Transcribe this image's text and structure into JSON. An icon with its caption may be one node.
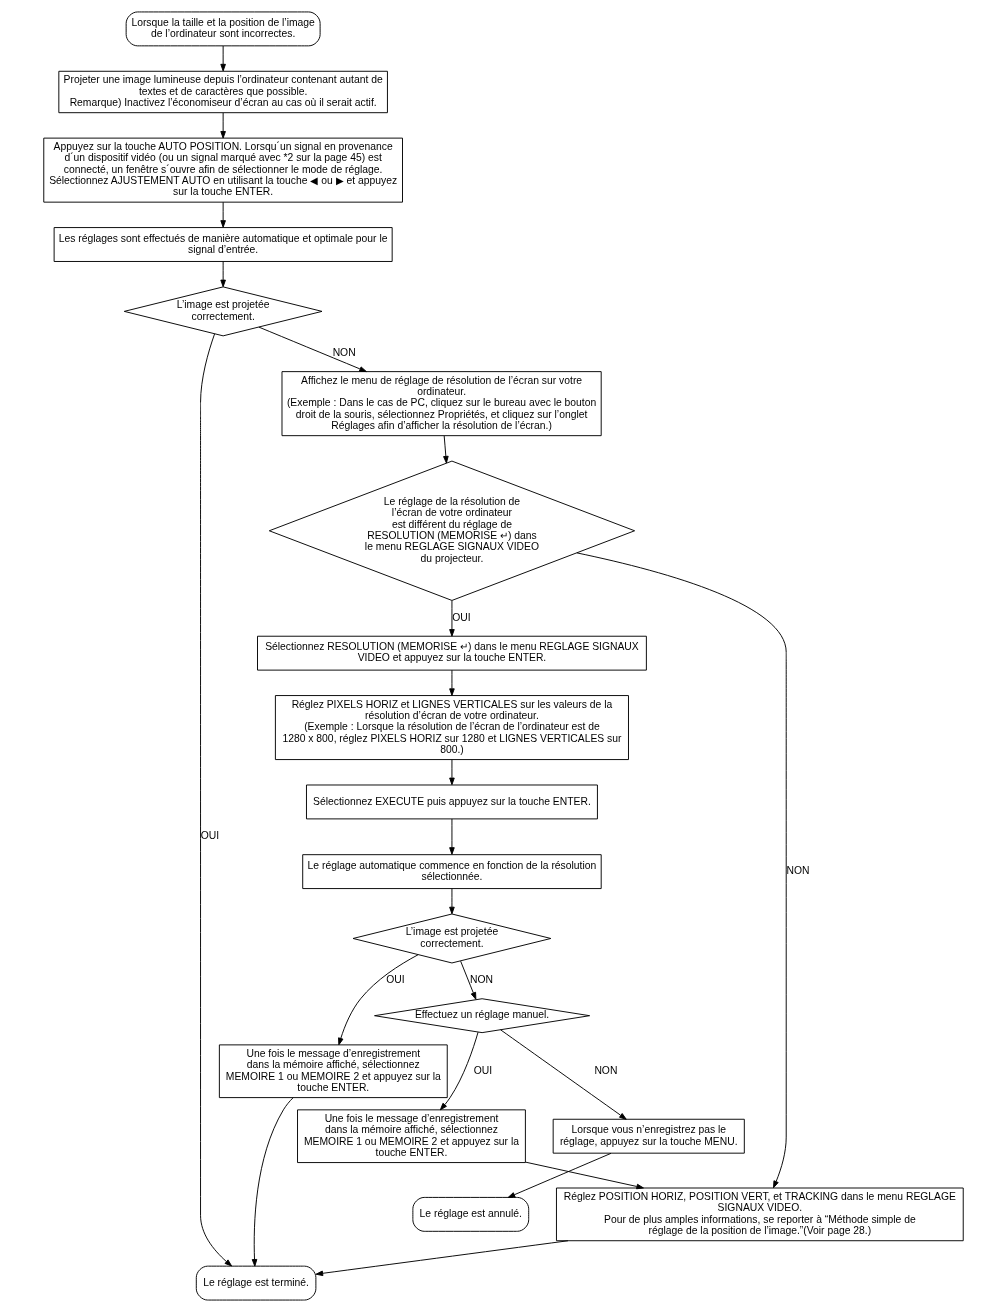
{
  "diagram": {
    "nodes": [
      {
        "text": [
          "Lorsque la taille et la position de l’image de l’ordinateur sont incorrectes."
        ]
      },
      {
        "text": [
          "Projeter une image lumineuse depuis l’ordinateur contenant autant de textes et de caractères que possible.",
          "Remarque) Inactivez l’économiseur d’écran au cas où il serait actif."
        ]
      },
      {
        "text": [
          "Appuyez sur la touche AUTO POSITION. Lorsqu´un signal en provenance d´un dispositif vidéo (ou un signal marqué avec *2 sur la page 45) est connecté, un fenêtre s´ouvre afin de sélectionner le mode de réglage. Sélectionnez AJUSTEMENT AUTO en utilisant la touche ◀ ou ▶ et appuyez sur la touche ENTER."
        ]
      },
      {
        "text": [
          "Les réglages sont effectués de manière automatique et optimale pour le signal d’entrée."
        ]
      },
      {
        "text": [
          "L’image est projetée correctement."
        ]
      },
      {
        "text": [
          "Affichez le menu de réglage de résolution de l’écran sur votre ordinateur.",
          "(Exemple : Dans le cas de PC, cliquez sur le bureau avec le bouton droit de la souris, sélectionnez Propriétés, et cliquez sur l’onglet Réglages afin d’afficher la résolution de l’écran.)"
        ]
      },
      {
        "text": [
          "Le réglage de la résolution de l’écran de votre ordinateur est différent du réglage de RESOLUTION (MEMORISE ↵) dans le menu REGLAGE SIGNAUX VIDEO du projecteur."
        ]
      },
      {
        "text": [
          "Sélectionnez RESOLUTION (MEMORISE ↵) dans le menu REGLAGE SIGNAUX VIDEO et appuyez sur la touche ENTER."
        ]
      },
      {
        "text": [
          "Réglez PIXELS HORIZ et LIGNES VERTICALES sur les valeurs de la résolution d’écran de votre ordinateur.",
          "(Exemple : Lorsque la résolution de l’écran de l’ordinateur est de 1280 x 800, réglez PIXELS HORIZ sur 1280 et LIGNES VERTICALES sur 800.)"
        ]
      },
      {
        "text": [
          "Sélectionnez EXECUTE puis appuyez sur la touche ENTER."
        ]
      },
      {
        "text": [
          "Le réglage automatique commence en fonction de la résolution sélectionnée."
        ]
      },
      {
        "text": [
          "L’image est projetée correctement."
        ]
      },
      {
        "text": [
          "Une fois le message d’enregistrement dans la mémoire affiché, sélectionnez MEMOIRE 1 ou MEMOIRE 2 et appuyez sur la touche ENTER."
        ]
      },
      {
        "text": [
          "Effectuez un réglage manuel."
        ]
      },
      {
        "text": [
          "Une fois le message d’enregistrement dans la mémoire affiché, sélectionnez MEMOIRE 1 ou MEMOIRE 2 et appuyez sur la touche ENTER."
        ]
      },
      {
        "text": [
          "Lorsque vous n’enregistrez pas le réglage, appuyez sur la touche MENU."
        ]
      },
      {
        "text": [
          "Le réglage est annulé."
        ]
      },
      {
        "text": [
          "Réglez POSITION HORIZ, POSITION VERT, et TRACKING dans le menu REGLAGE SIGNAUX VIDEO.",
          "Pour de plus amples informations, se reporter à “Méthode simple de réglage de la position de l’image.”(Voir page 28.)"
        ]
      },
      {
        "text": [
          "Le réglage est terminé."
        ]
      }
    ],
    "edges": [
      {
        "from": 0,
        "to": 1,
        "arrow": "to"
      },
      {
        "from": 1,
        "to": 2,
        "arrow": "to"
      },
      {
        "from": 2,
        "to": 3,
        "arrow": "to"
      },
      {
        "from": 3,
        "to": 4,
        "arrow": "to"
      },
      {
        "from": 4,
        "to": 5,
        "arrow": "to",
        "label": "NON"
      },
      {
        "from": 4,
        "to": 18,
        "arrow": "to",
        "label": "OUI"
      },
      {
        "from": 5,
        "to": 6,
        "arrow": "to"
      },
      {
        "from": 6,
        "to": 7,
        "arrow": "to",
        "label": "OUI"
      },
      {
        "from": 6,
        "to": 17,
        "arrow": "to",
        "label": "NON"
      },
      {
        "from": 7,
        "to": 8,
        "arrow": "to"
      },
      {
        "from": 8,
        "to": 9,
        "arrow": "to"
      },
      {
        "from": 9,
        "to": 10,
        "arrow": "to"
      },
      {
        "from": 10,
        "to": 11,
        "arrow": "to"
      },
      {
        "from": 11,
        "to": 12,
        "arrow": "to",
        "label": "OUI"
      },
      {
        "from": 11,
        "to": 13,
        "arrow": "to",
        "label": "NON"
      },
      {
        "from": 12,
        "to": 18,
        "arrow": "to"
      },
      {
        "from": 13,
        "to": 14,
        "arrow": "to",
        "label": "OUI"
      },
      {
        "from": 13,
        "to": 15,
        "arrow": "to",
        "label": "NON"
      },
      {
        "from": 15,
        "to": 16,
        "arrow": "to"
      },
      {
        "from": 14,
        "to": 17,
        "arrow": "to"
      },
      {
        "from": 17,
        "to": 18,
        "arrow": "to"
      }
    ]
  }
}
